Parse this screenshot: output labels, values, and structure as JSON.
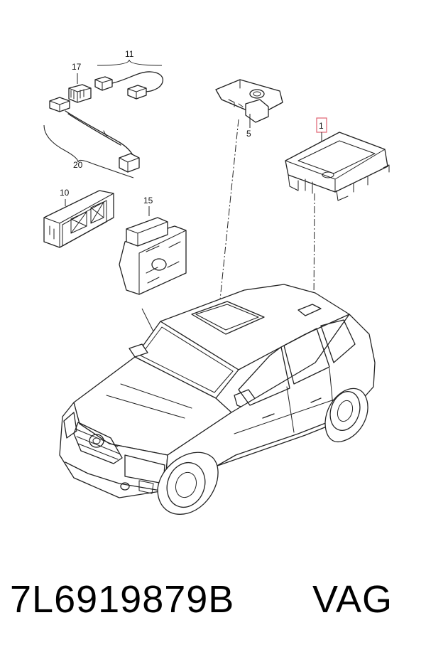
{
  "callouts": {
    "c1": "1",
    "c5": "5",
    "c10": "10",
    "c11": "11",
    "c15": "15",
    "c17": "17",
    "c20": "20"
  },
  "highlight_color": "#e06070",
  "footer": {
    "part_number": "7L6919879B",
    "brand": "VAG"
  }
}
